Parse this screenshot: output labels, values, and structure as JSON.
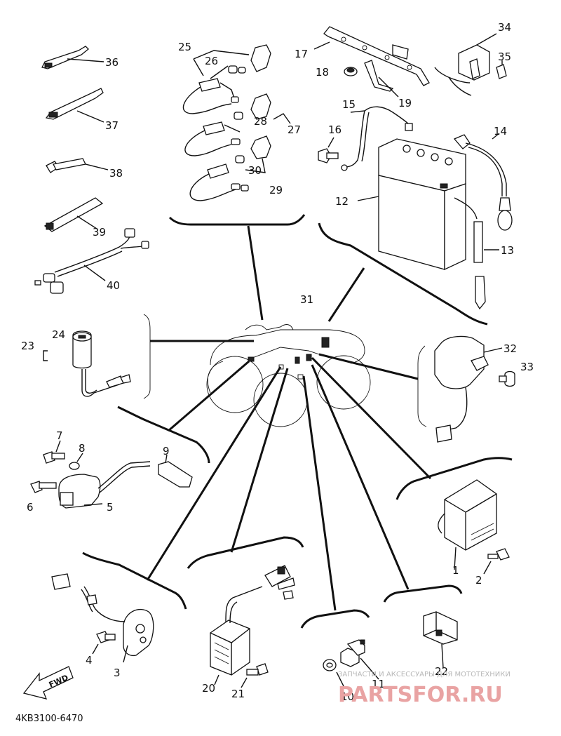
{
  "part_numbers": {
    "p1": "1",
    "p2": "2",
    "p3": "3",
    "p4": "4",
    "p5": "5",
    "p6": "6",
    "p7": "7",
    "p8": "8",
    "p9": "9",
    "p10": "10",
    "p11": "11",
    "p12": "12",
    "p13": "13",
    "p14": "14",
    "p15": "15",
    "p16": "16",
    "p17": "17",
    "p18": "18",
    "p19": "19",
    "p20": "20",
    "p21": "21",
    "p22": "22",
    "p23": "23",
    "p24": "24",
    "p25": "25",
    "p26": "26",
    "p27": "27",
    "p28": "28",
    "p29": "29",
    "p30": "30",
    "p31": "31",
    "p32": "32",
    "p33": "33",
    "p34": "34",
    "p35": "35",
    "p36": "36",
    "p37": "37",
    "p38": "38",
    "p39": "39",
    "p40": "40"
  },
  "fwd_label": "FWD",
  "diagram_code": "4KB3100-6470",
  "watermark": {
    "caption": "ЗАПЧАСТИ И АКСЕССУАРЫ ДЛЯ МОТОТЕХНИКИ",
    "brand": "PARTSFOR.RU"
  }
}
